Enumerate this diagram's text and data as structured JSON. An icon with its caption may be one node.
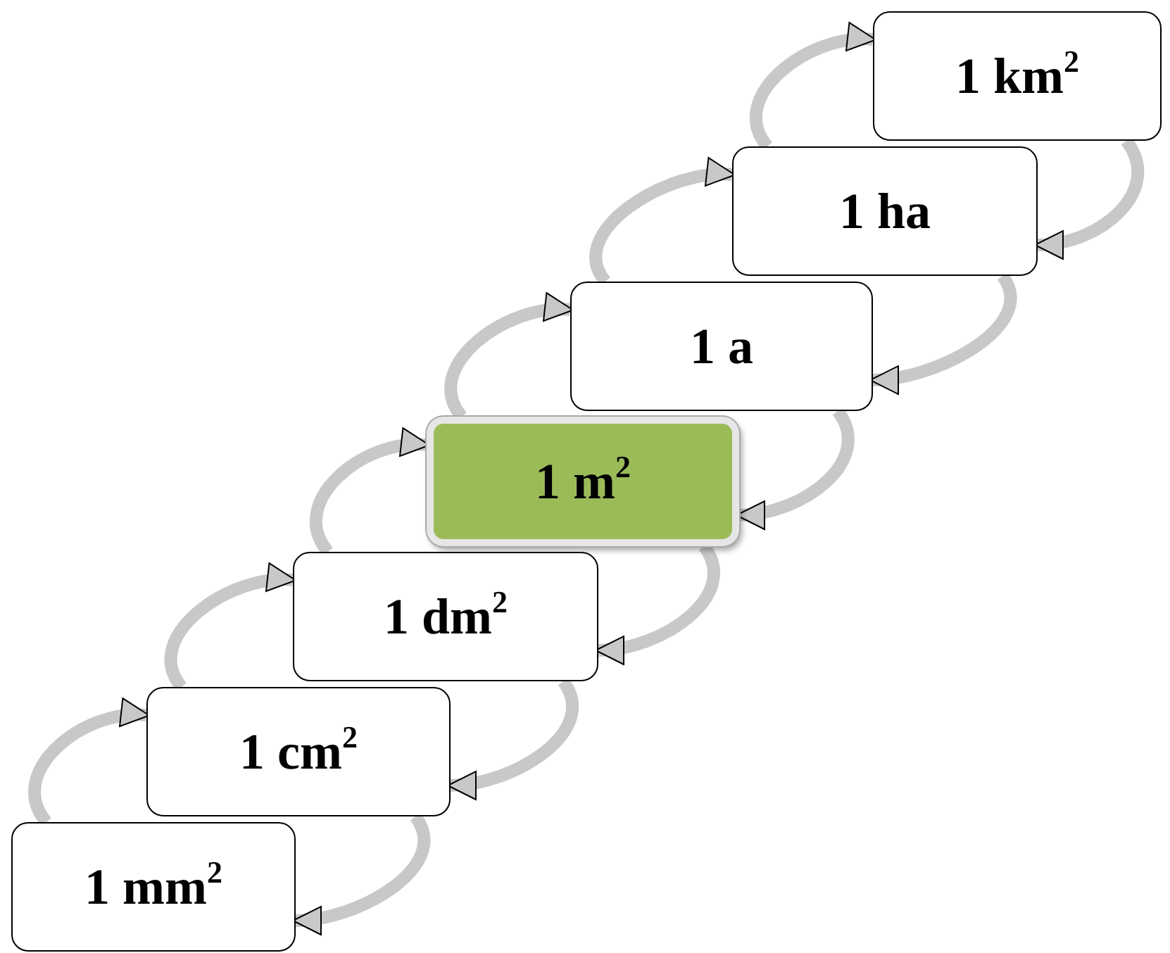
{
  "diagram": {
    "nodes": [
      {
        "text": [
          "1 km$^{2}$"
        ]
      },
      {
        "text": [
          "1 ha"
        ]
      },
      {
        "text": [
          "1 a"
        ]
      },
      {
        "text": [
          "1 m$^{2}$"
        ]
      },
      {
        "text": [
          "1 dm$^{2}$"
        ]
      },
      {
        "text": [
          "1 cm$^{2}$"
        ]
      },
      {
        "text": [
          "1 mm$^{2}$"
        ]
      }
    ],
    "edges": [
      {
        "from": 1,
        "to": 0,
        "arrow": "to"
      },
      {
        "from": 2,
        "to": 1,
        "arrow": "to"
      },
      {
        "from": 3,
        "to": 2,
        "arrow": "to"
      },
      {
        "from": 4,
        "to": 3,
        "arrow": "to"
      },
      {
        "from": 5,
        "to": 4,
        "arrow": "to"
      },
      {
        "from": 6,
        "to": 5,
        "arrow": "to"
      },
      {
        "from": 0,
        "to": 1,
        "arrow": "to"
      },
      {
        "from": 1,
        "to": 2,
        "arrow": "to"
      },
      {
        "from": 2,
        "to": 3,
        "arrow": "to"
      },
      {
        "from": 3,
        "to": 4,
        "arrow": "to"
      },
      {
        "from": 4,
        "to": 5,
        "arrow": "to"
      },
      {
        "from": 5,
        "to": 6,
        "arrow": "to"
      }
    ]
  }
}
